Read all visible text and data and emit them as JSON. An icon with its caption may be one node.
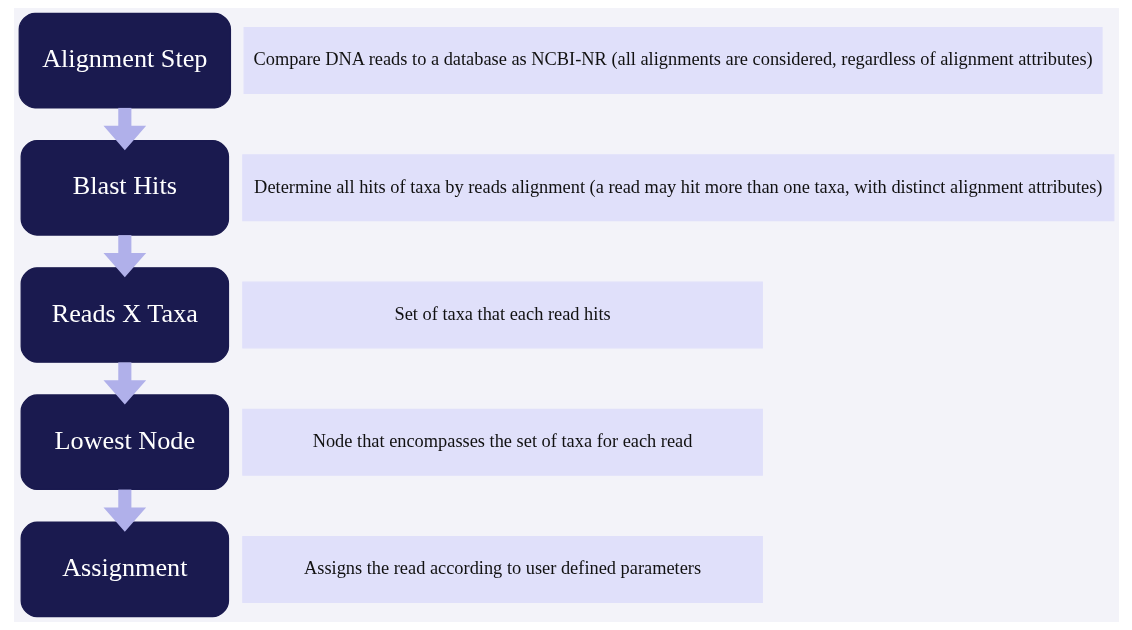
{
  "diagram": {
    "nodes": [
      {
        "text": [
          "Alignment Step"
        ]
      },
      {
        "text": [
          "Compare DNA reads to a database as NCBI-NR (all alignments are considered, regardless of alignment attributes)"
        ]
      },
      {
        "text": [
          "Blast Hits"
        ]
      },
      {
        "text": [
          "Determine all hits of taxa by reads alignment (a read may hit more than one taxa, with distinct alignment attributes)"
        ]
      },
      {
        "text": [
          "Reads X Taxa"
        ]
      },
      {
        "text": [
          "Set of taxa that each read hits"
        ]
      },
      {
        "text": [
          "Lowest Node"
        ]
      },
      {
        "text": [
          "Node that encompasses the set of taxa for each read"
        ]
      },
      {
        "text": [
          "Assignment"
        ]
      },
      {
        "text": [
          "Assigns the read according to user defined parameters"
        ]
      }
    ],
    "edges": [
      {
        "from": 0,
        "to": 2,
        "arrow": "to"
      },
      {
        "from": 2,
        "to": 4,
        "arrow": "to"
      },
      {
        "from": 4,
        "to": 6,
        "arrow": "to"
      },
      {
        "from": 6,
        "to": 8,
        "arrow": "to"
      }
    ]
  }
}
